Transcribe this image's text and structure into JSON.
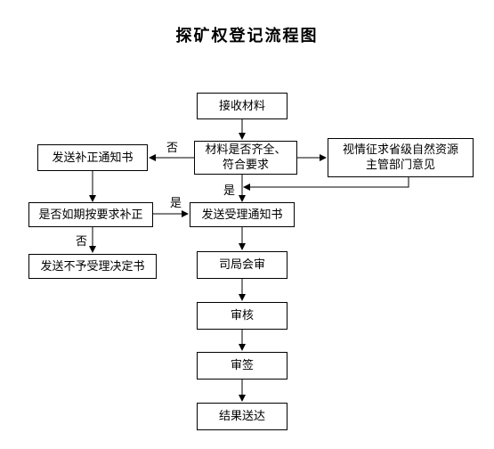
{
  "title": "探矿权登记流程图",
  "nodes": {
    "receive": "接收材料",
    "check": "材料是否齐全、\n符合要求",
    "consult": "视情征求省级自然资源\n主管部门意见",
    "notify_supplement": "发送补正通知书",
    "on_time": "是否如期按要求补正",
    "reject": "发送不予受理决定书",
    "accept": "发送受理通知书",
    "review": "司局会审",
    "audit": "审核",
    "sign": "审签",
    "deliver": "结果送达"
  },
  "labels": {
    "no_check": "否",
    "yes_consult": "是",
    "yes_ontime": "是",
    "no_ontime": "否"
  }
}
